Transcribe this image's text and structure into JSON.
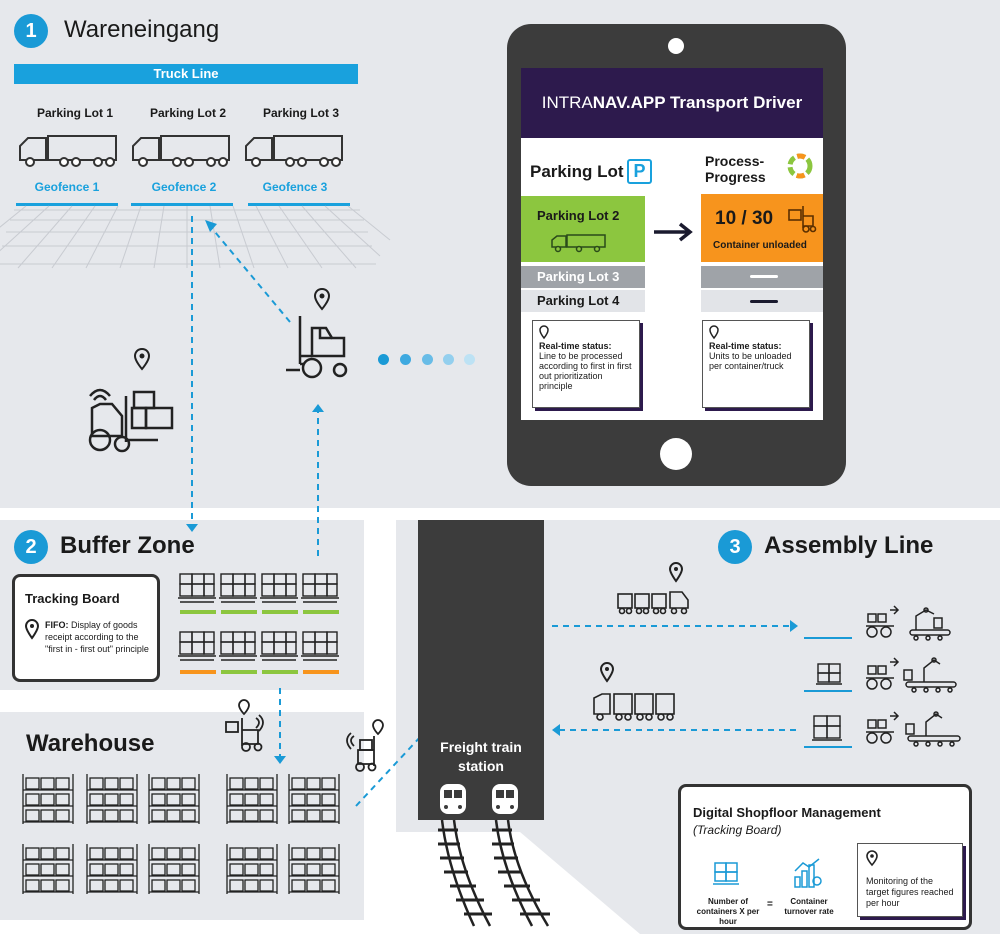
{
  "section1": {
    "number": "1",
    "title": "Wareneingang"
  },
  "truck_line": "Truck Line",
  "parking_lots": [
    "Parking Lot 1",
    "Parking Lot 2",
    "Parking Lot 3"
  ],
  "geofences": [
    "Geofence 1",
    "Geofence 2",
    "Geofence 3"
  ],
  "tablet": {
    "title_thin": "INTRA",
    "title_bold": "NAV.APP Transport Driver",
    "parking_lot_label": "Parking Lot",
    "parking_icon_letter": "P",
    "process_label_1": "Process-",
    "process_label_2": "Progress",
    "active_lot": "Parking Lot 2",
    "lot3": "Parking Lot 3",
    "lot4": "Parking Lot 4",
    "progress_value": "10 / 30",
    "progress_caption": "Container unloaded",
    "note_left_title": "Real-time status:",
    "note_left_text": "Line to be processed according to first in first out prioritization principle",
    "note_right_title": "Real-time status:",
    "note_right_text": "Units to be unloaded per container/truck"
  },
  "section2": {
    "number": "2",
    "title": "Buffer Zone"
  },
  "tracking_board": {
    "title": "Tracking Board",
    "fifo_label": "FIFO:",
    "fifo_text": "Display of goods receipt according to the \"first in - first out\" principle"
  },
  "warehouse": {
    "title": "Warehouse"
  },
  "freight": {
    "line1": "Freight train",
    "line2": "station"
  },
  "section3": {
    "number": "3",
    "title": "Assembly Line"
  },
  "dsm": {
    "title": "Digital Shopfloor Management",
    "subtitle": "(Tracking Board)",
    "item1": "Number of containers X per hour",
    "operator": "=",
    "item2": "Container turnover rate",
    "item3": "Monitoring of the target figures reached per hour"
  },
  "colors": {
    "accent": "#1a9ad6",
    "purple": "#2d1a4d",
    "green": "#8cc63f",
    "orange": "#f7941d",
    "gray_panel": "#e6e8ec"
  },
  "pallet_bar_colors": {
    "row1": [
      "green",
      "green",
      "green",
      "green"
    ],
    "row2": [
      "orange",
      "green",
      "green",
      "orange"
    ]
  }
}
